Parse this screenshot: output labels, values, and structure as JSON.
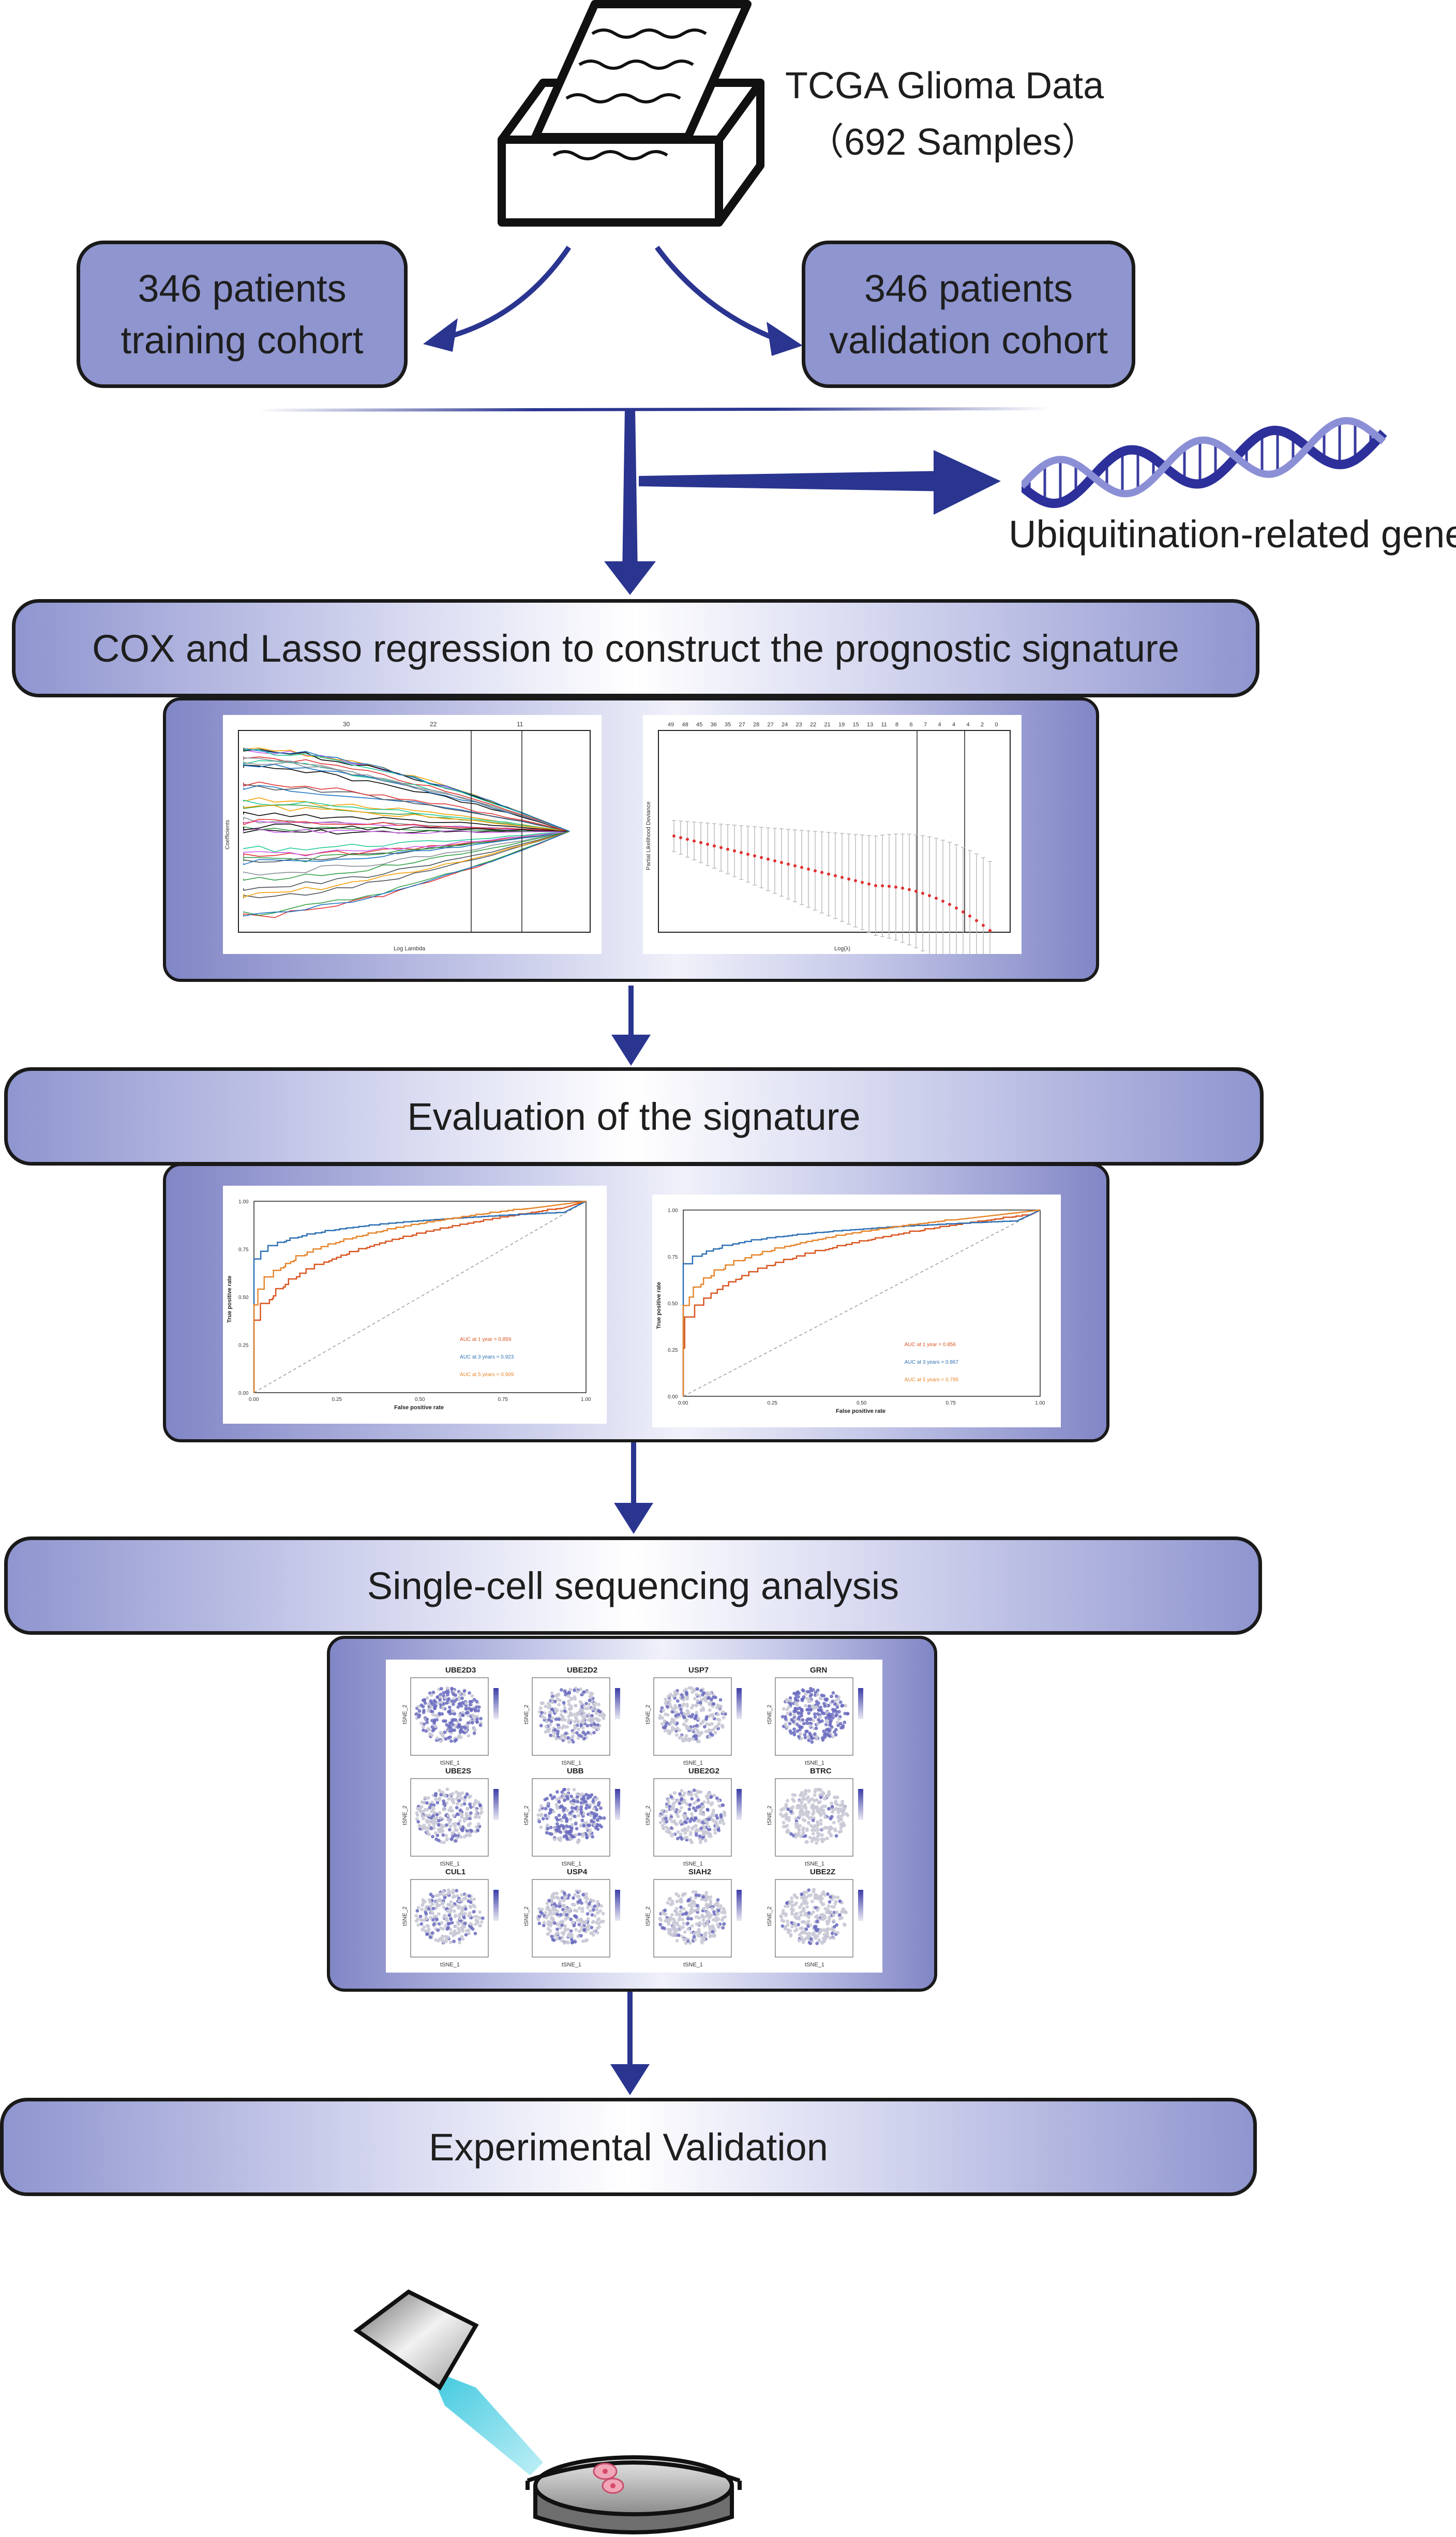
{
  "source": {
    "title": "TCGA Glioma Data",
    "samples": "（692 Samples）"
  },
  "training": {
    "line1": "346 patients",
    "line2": "training cohort"
  },
  "validation": {
    "line1": "346 patients",
    "line2": "validation cohort"
  },
  "genes_label": "Ubiquitination-related genes",
  "steps": {
    "cox": "COX and Lasso regression to construct the prognostic signature",
    "evaluation": "Evaluation of the signature",
    "singlecell": "Single-cell sequencing analysis",
    "experimental": "Experimental Validation"
  },
  "lasso": {
    "coef_top": [
      "30",
      "22",
      "11"
    ],
    "coef_xlabel": "Log Lambda",
    "coef_ylabel": "Coefficients",
    "cv_top": [
      "49",
      "48",
      "45",
      "36",
      "35",
      "27",
      "28",
      "27",
      "24",
      "23",
      "22",
      "21",
      "19",
      "15",
      "13",
      "11",
      "8",
      "6",
      "7",
      "4",
      "4",
      "4",
      "2",
      "0"
    ],
    "cv_xlabel": "Log(λ)",
    "cv_ylabel": "Partial Likelihood Deviance"
  },
  "roc": {
    "xlabel": "False positive rate",
    "ylabel": "True positive rate",
    "ticks": [
      "0.00",
      "0.25",
      "0.50",
      "0.75",
      "1.00"
    ],
    "colors": {
      "y1": "#d9541e",
      "y3": "#2c6fb4",
      "y5": "#e6852b"
    },
    "left": {
      "auc1": "AUC at 1 year = 0.859",
      "auc3": "AUC at 3 years = 0.923",
      "auc5": "AUC at 5 years = 0.909"
    },
    "right": {
      "auc1": "AUC at 1 year = 0.856",
      "auc3": "AUC at 3 years = 0.867",
      "auc5": "AUC at 5 years = 0.795"
    }
  },
  "singlecell": {
    "genes": [
      "UBE2D3",
      "UBE2D2",
      "USP7",
      "GRN",
      "UBE2S",
      "UBB",
      "UBE2G2",
      "BTRC",
      "CUL1",
      "USP4",
      "SIAH2",
      "UBE2Z"
    ],
    "xlabel": "tSNE_1",
    "ylabel": "tSNE_2",
    "intensity": [
      0.65,
      0.35,
      0.3,
      0.75,
      0.3,
      0.7,
      0.3,
      0.05,
      0.3,
      0.3,
      0.25,
      0.15
    ]
  }
}
